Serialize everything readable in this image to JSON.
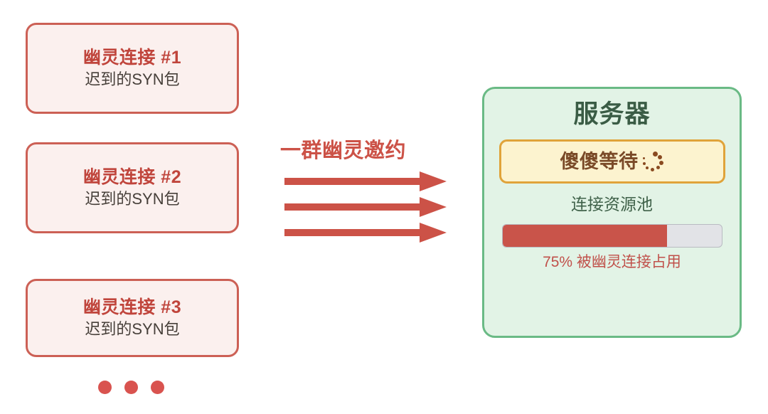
{
  "ghost_cards": [
    {
      "title": "幽灵连接 #1",
      "subtitle": "迟到的SYN包"
    },
    {
      "title": "幽灵连接 #2",
      "subtitle": "迟到的SYN包"
    },
    {
      "title": "幽灵连接 #3",
      "subtitle": "迟到的SYN包"
    }
  ],
  "ellipsis": {
    "icon": "ellipsis-dots-icon",
    "dot_count": 3
  },
  "flow": {
    "label": "一群幽灵邀约",
    "arrow_count": 3,
    "arrow_icon": "arrow-right-icon",
    "color": "#cc5247"
  },
  "server": {
    "title": "服务器",
    "waiting": {
      "label": "傻傻等待",
      "spinner_icon": "loading-spinner-icon"
    },
    "pool": {
      "label": "连接资源池",
      "percent": 75,
      "caption": "75% 被幽灵连接占用",
      "fill_color": "#c9544a",
      "track_color": "#e2e3e7"
    },
    "panel_color": "#e2f3e6",
    "border_color": "#6aba85"
  },
  "card_style": {
    "background": "#fbf0ee",
    "border_color": "#cc6055",
    "title_color": "#c0453c",
    "subtitle_color": "#47403a"
  }
}
